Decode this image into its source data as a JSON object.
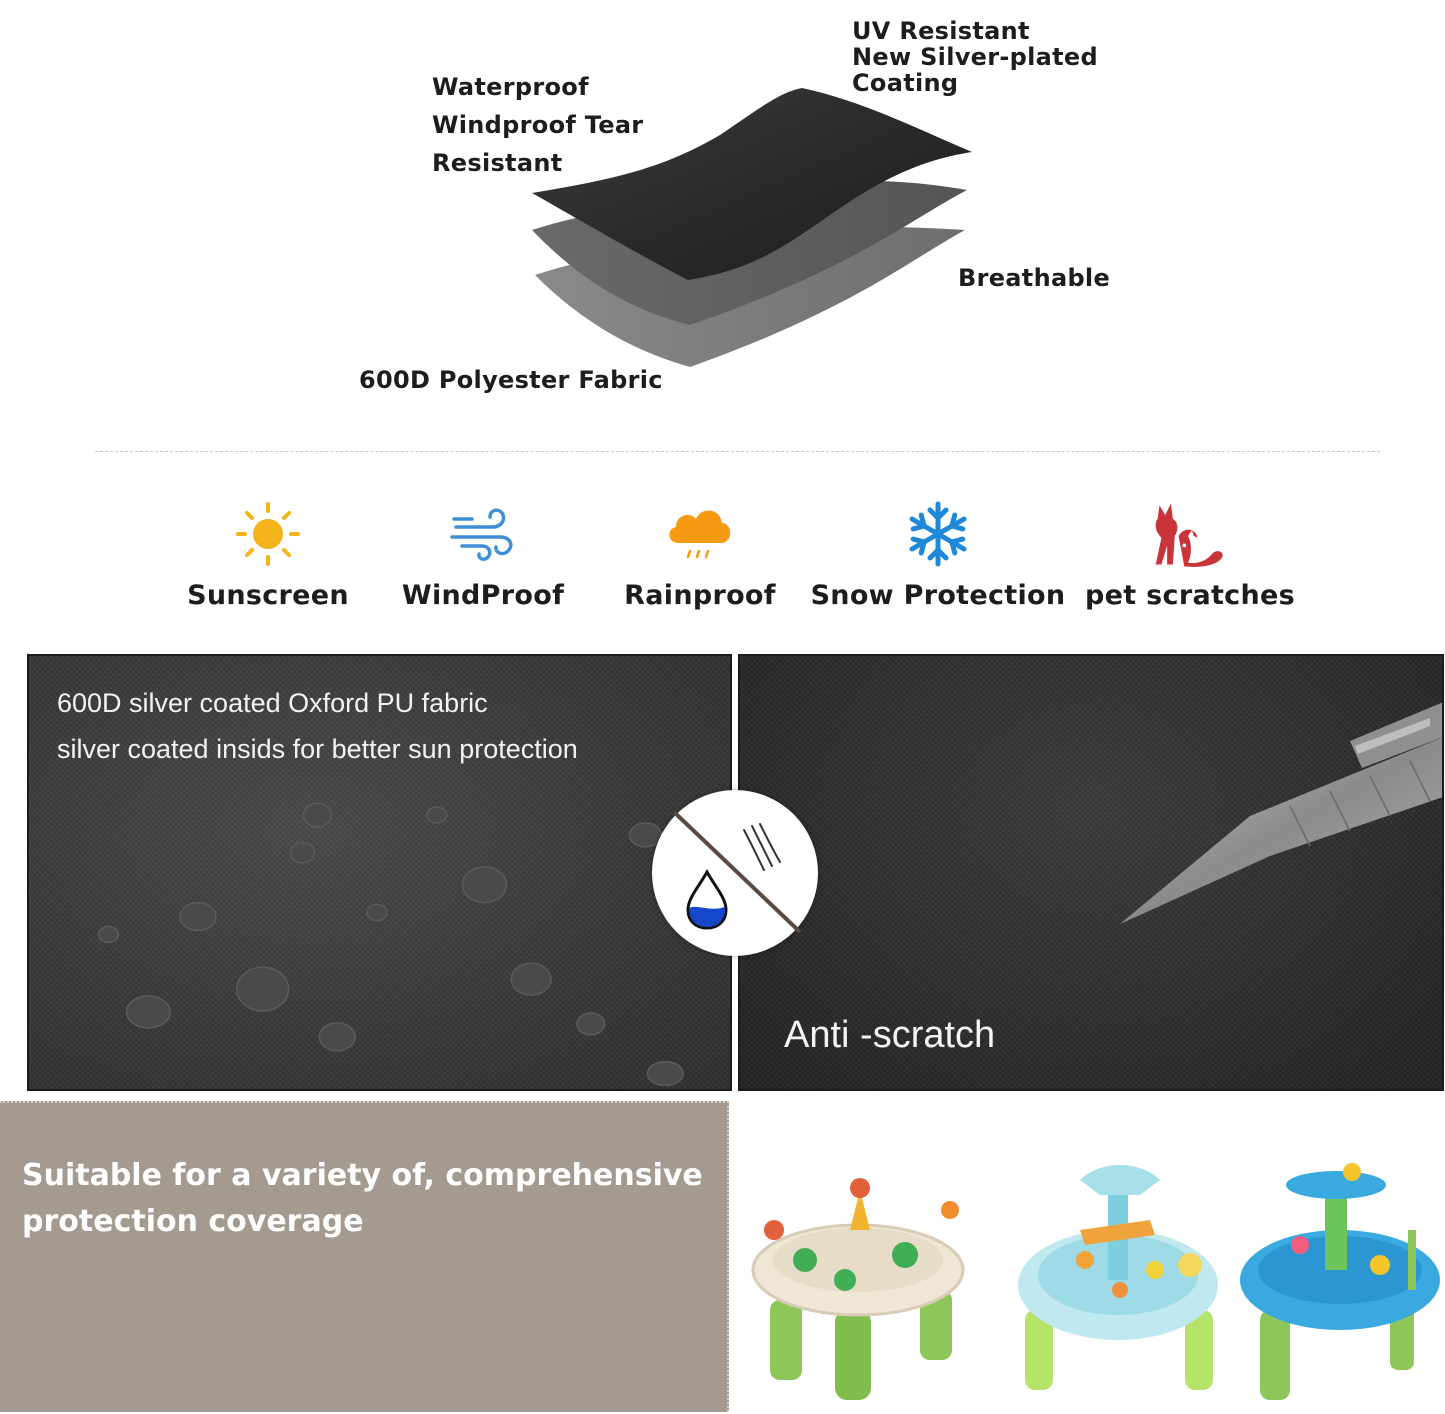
{
  "layers": {
    "top_left_labels": [
      "Waterproof",
      "Windproof Tear",
      "Resistant"
    ],
    "top_right_labels": [
      "UV Resistant",
      "New Silver-plated",
      "Coating"
    ],
    "right_label": "Breathable",
    "bottom_label": "600D Polyester Fabric"
  },
  "features": [
    {
      "label": "Sunscreen",
      "icon": "sun-icon",
      "color": "#f5b41a"
    },
    {
      "label": "WindProof",
      "icon": "wind-icon",
      "color": "#3f8fd6"
    },
    {
      "label": "Rainproof",
      "icon": "rain-cloud-icon",
      "color": "#f59a12"
    },
    {
      "label": "Snow Protection",
      "icon": "snowflake-icon",
      "color": "#1f88d8"
    },
    {
      "label": "pet scratches",
      "icon": "pet-icon",
      "color": "#c9343a"
    }
  ],
  "fabric": {
    "lines": [
      "600D silver coated Oxford PU fabric",
      "silver coated insids for better sun protection"
    ],
    "scratch_label": "Anti -scratch"
  },
  "bottom": {
    "suitable_lines": [
      "Suitable for a variety of, comprehensive",
      "protection coverage"
    ]
  },
  "colors": {
    "brown_box": "#a59a90",
    "drop_blue": "#1646c9"
  }
}
